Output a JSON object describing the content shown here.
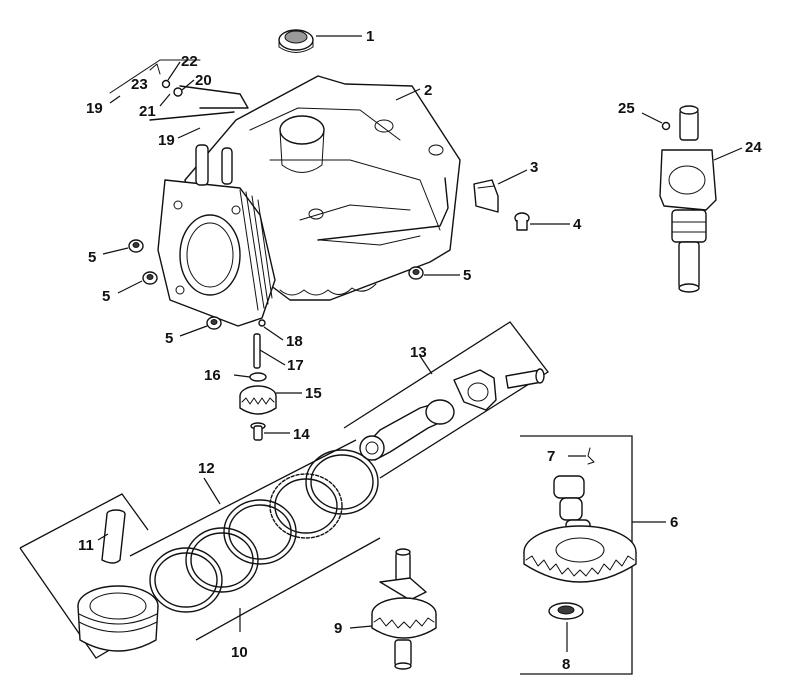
{
  "diagram": {
    "colors": {
      "ink": "#111111",
      "paper": "#ffffff",
      "shade": "#9a9a9a"
    },
    "callouts": {
      "c1": "1",
      "c2": "2",
      "c3": "3",
      "c4": "4",
      "c5a": "5",
      "c5b": "5",
      "c5c": "5",
      "c5d": "5",
      "c6": "6",
      "c7": "7",
      "c8": "8",
      "c9": "9",
      "c10": "10",
      "c11": "11",
      "c12": "12",
      "c13": "13",
      "c14": "14",
      "c15": "15",
      "c16": "16",
      "c17": "17",
      "c18": "18",
      "c19a": "19",
      "c19b": "19",
      "c20": "20",
      "c21": "21",
      "c22": "22",
      "c23": "23",
      "c24": "24",
      "c25": "25"
    }
  }
}
